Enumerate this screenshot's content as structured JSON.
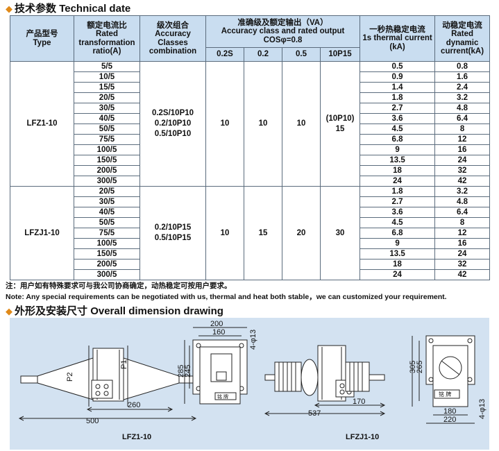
{
  "tech_section": {
    "cn": "技术参数",
    "en": "Technical date"
  },
  "table": {
    "headers": {
      "type": {
        "cn": "产品型号",
        "en": "Type"
      },
      "ratio": {
        "cn": "额定电流比",
        "en1": "Rated",
        "en2": "transformation",
        "en3": "ratio(A)"
      },
      "classes": {
        "cn": "级次组合",
        "en1": "Accuracy",
        "en2": "Classes",
        "en3": "combination"
      },
      "accuracy": {
        "cn": "准确级及额定输出（VA）",
        "en": "Accuracy class and rated output",
        "cos": "COSφ=0.8"
      },
      "thermal": {
        "cn": "一秒热稳定电流",
        "en": "1s thermal current",
        "unit": "(kA)"
      },
      "dynamic": {
        "cn": "动稳定电流",
        "en1": "Rated dynamic",
        "en2": "current(kA)"
      },
      "sub": [
        "0.2S",
        "0.2",
        "0.5",
        "10P15"
      ]
    },
    "groups": [
      {
        "type": "LFZ1-10",
        "classes": [
          "0.2S/10P10",
          "0.2/10P10",
          "0.5/10P10"
        ],
        "out_02s": "10",
        "out_02": "10",
        "out_05": "10",
        "out_10p": [
          "(10P10)",
          "15"
        ],
        "rows": [
          [
            "5/5",
            "0.5",
            "0.8"
          ],
          [
            "10/5",
            "0.9",
            "1.6"
          ],
          [
            "15/5",
            "1.4",
            "2.4"
          ],
          [
            "20/5",
            "1.8",
            "3.2"
          ],
          [
            "30/5",
            "2.7",
            "4.8"
          ],
          [
            "40/5",
            "3.6",
            "6.4"
          ],
          [
            "50/5",
            "4.5",
            "8"
          ],
          [
            "75/5",
            "6.8",
            "12"
          ],
          [
            "100/5",
            "9",
            "16"
          ],
          [
            "150/5",
            "13.5",
            "24"
          ],
          [
            "200/5",
            "18",
            "32"
          ],
          [
            "300/5",
            "24",
            "42"
          ]
        ]
      },
      {
        "type": "LFZJ1-10",
        "classes": [
          "0.2/10P15",
          "0.5/10P15"
        ],
        "out_02s": "10",
        "out_02": "15",
        "out_05": "20",
        "out_10p": [
          "30"
        ],
        "rows": [
          [
            "20/5",
            "1.8",
            "3.2"
          ],
          [
            "30/5",
            "2.7",
            "4.8"
          ],
          [
            "40/5",
            "3.6",
            "6.4"
          ],
          [
            "50/5",
            "4.5",
            "8"
          ],
          [
            "75/5",
            "6.8",
            "12"
          ],
          [
            "100/5",
            "9",
            "16"
          ],
          [
            "150/5",
            "13.5",
            "24"
          ],
          [
            "200/5",
            "18",
            "32"
          ],
          [
            "300/5",
            "24",
            "42"
          ]
        ]
      }
    ]
  },
  "notes": {
    "cn": "注：用户如有特殊要求可与我公司协商确定，动热稳定可按用户要求。",
    "en": "Note: Any special requirements can be negotiated with us, thermal and heat both stable，we can customized your requirement."
  },
  "drawing_section": {
    "cn": "外形及安装尺寸",
    "en": "Overall dimension drawing"
  },
  "drawings": {
    "lfz_side": {
      "p1": "P1",
      "p2": "P2",
      "d260": "260",
      "d500": "500"
    },
    "lfz_front": {
      "d200": "200",
      "d160": "160",
      "d285": "285",
      "d245": "245",
      "d4phi13": "4-φ13",
      "plate": "铭 牌"
    },
    "lfzj_side": {
      "d170": "170",
      "d537": "537"
    },
    "lfzj_front": {
      "d305": "305",
      "d265": "265",
      "d180": "180",
      "d220": "220",
      "d4phi13": "4-φ13",
      "plate": "铭 牌"
    },
    "caption_lfz": "LFZ1-10",
    "caption_lfzj": "LFZJ1-10"
  }
}
